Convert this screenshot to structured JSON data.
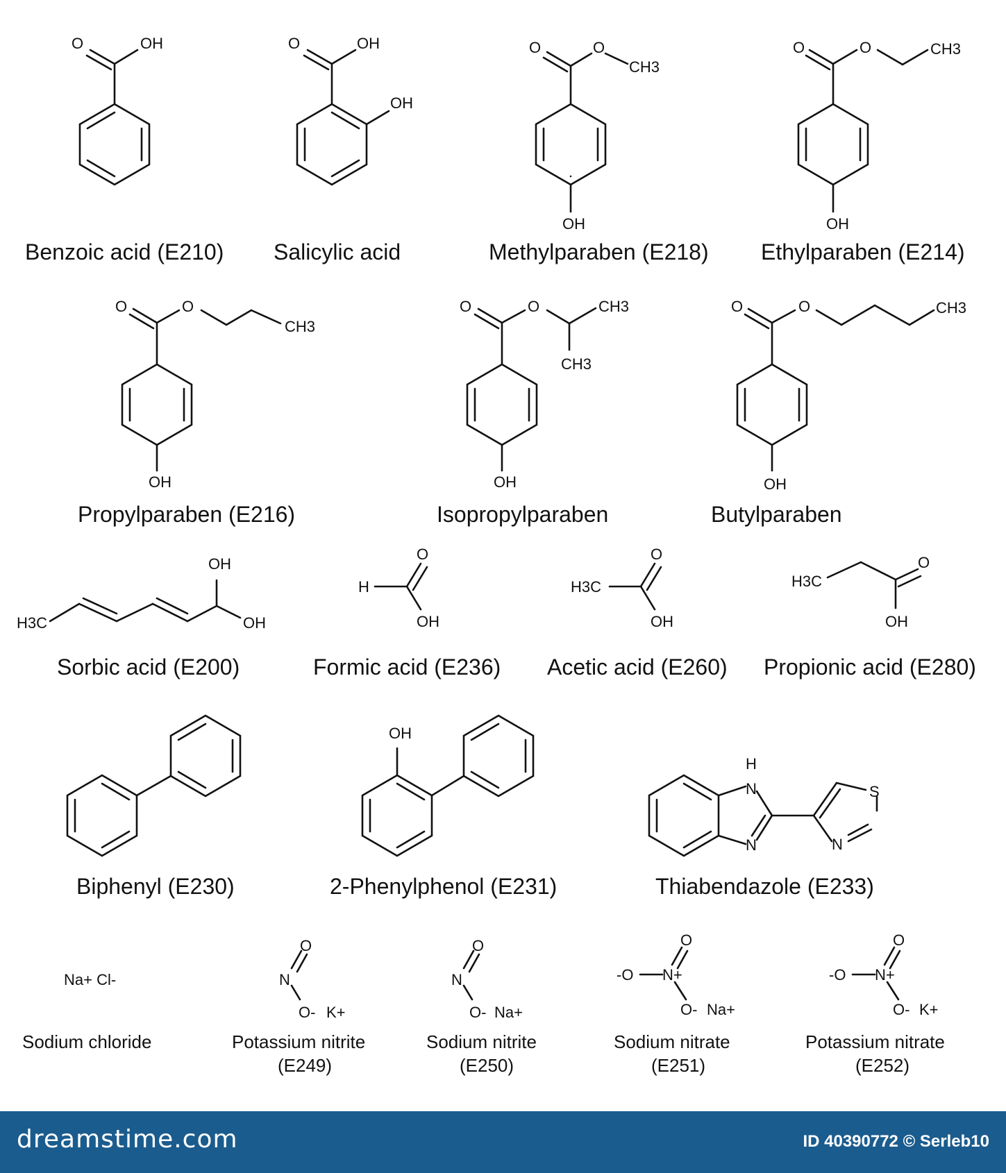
{
  "compounds": [
    {
      "name": "Benzoic acid (E210)",
      "atoms": [
        "O",
        "OH"
      ]
    },
    {
      "name": "Salicylic acid",
      "atoms": [
        "O",
        "OH",
        "OH"
      ]
    },
    {
      "name": "Methylparaben (E218)",
      "atoms": [
        "O",
        "O",
        "CH3",
        "OH"
      ]
    },
    {
      "name": "Ethylparaben (E214)",
      "atoms": [
        "O",
        "O",
        "CH3",
        "OH"
      ]
    },
    {
      "name": "Propylparaben (E216)",
      "atoms": [
        "O",
        "O",
        "CH3",
        "OH"
      ]
    },
    {
      "name": "Isopropylparaben",
      "atoms": [
        "O",
        "O",
        "CH3",
        "CH3",
        "OH"
      ]
    },
    {
      "name": "Butylparaben",
      "atoms": [
        "O",
        "O",
        "CH3",
        "OH"
      ]
    },
    {
      "name": "Sorbic acid (E200)",
      "atoms": [
        "H3C",
        "OH",
        "OH"
      ]
    },
    {
      "name": "Formic acid (E236)",
      "atoms": [
        "H",
        "O",
        "OH"
      ]
    },
    {
      "name": "Acetic acid (E260)",
      "atoms": [
        "H3C",
        "O",
        "OH"
      ]
    },
    {
      "name": "Propionic acid (E280)",
      "atoms": [
        "H3C",
        "O",
        "OH"
      ]
    },
    {
      "name": "Biphenyl (E230)",
      "atoms": []
    },
    {
      "name": "2-Phenylphenol (E231)",
      "atoms": [
        "OH"
      ]
    },
    {
      "name": "Thiabendazole (E233)",
      "atoms": [
        "H",
        "N",
        "N",
        "S",
        "N"
      ]
    },
    {
      "name_lines": [
        "Sodium chloride"
      ],
      "formula": "Na+ Cl-"
    },
    {
      "name_lines": [
        "Potassium nitrite",
        "(E249)"
      ],
      "atoms": [
        "N",
        "O",
        "O-",
        "K+"
      ]
    },
    {
      "name_lines": [
        "Sodium nitrite",
        "(E250)"
      ],
      "atoms": [
        "N",
        "O",
        "O-",
        "Na+"
      ]
    },
    {
      "name_lines": [
        "Sodium nitrate",
        "(E251)"
      ],
      "atoms": [
        "-O",
        "N+",
        "O",
        "O-",
        "Na+"
      ]
    },
    {
      "name_lines": [
        "Potassium nitrate",
        "(E252)"
      ],
      "atoms": [
        "-O",
        "N+",
        "O",
        "O-",
        "K+"
      ]
    }
  ],
  "footer": {
    "logo": "dreamstime.com",
    "id_text": "ID 40390772 © Serleb10",
    "background": "#1b5c8e"
  }
}
